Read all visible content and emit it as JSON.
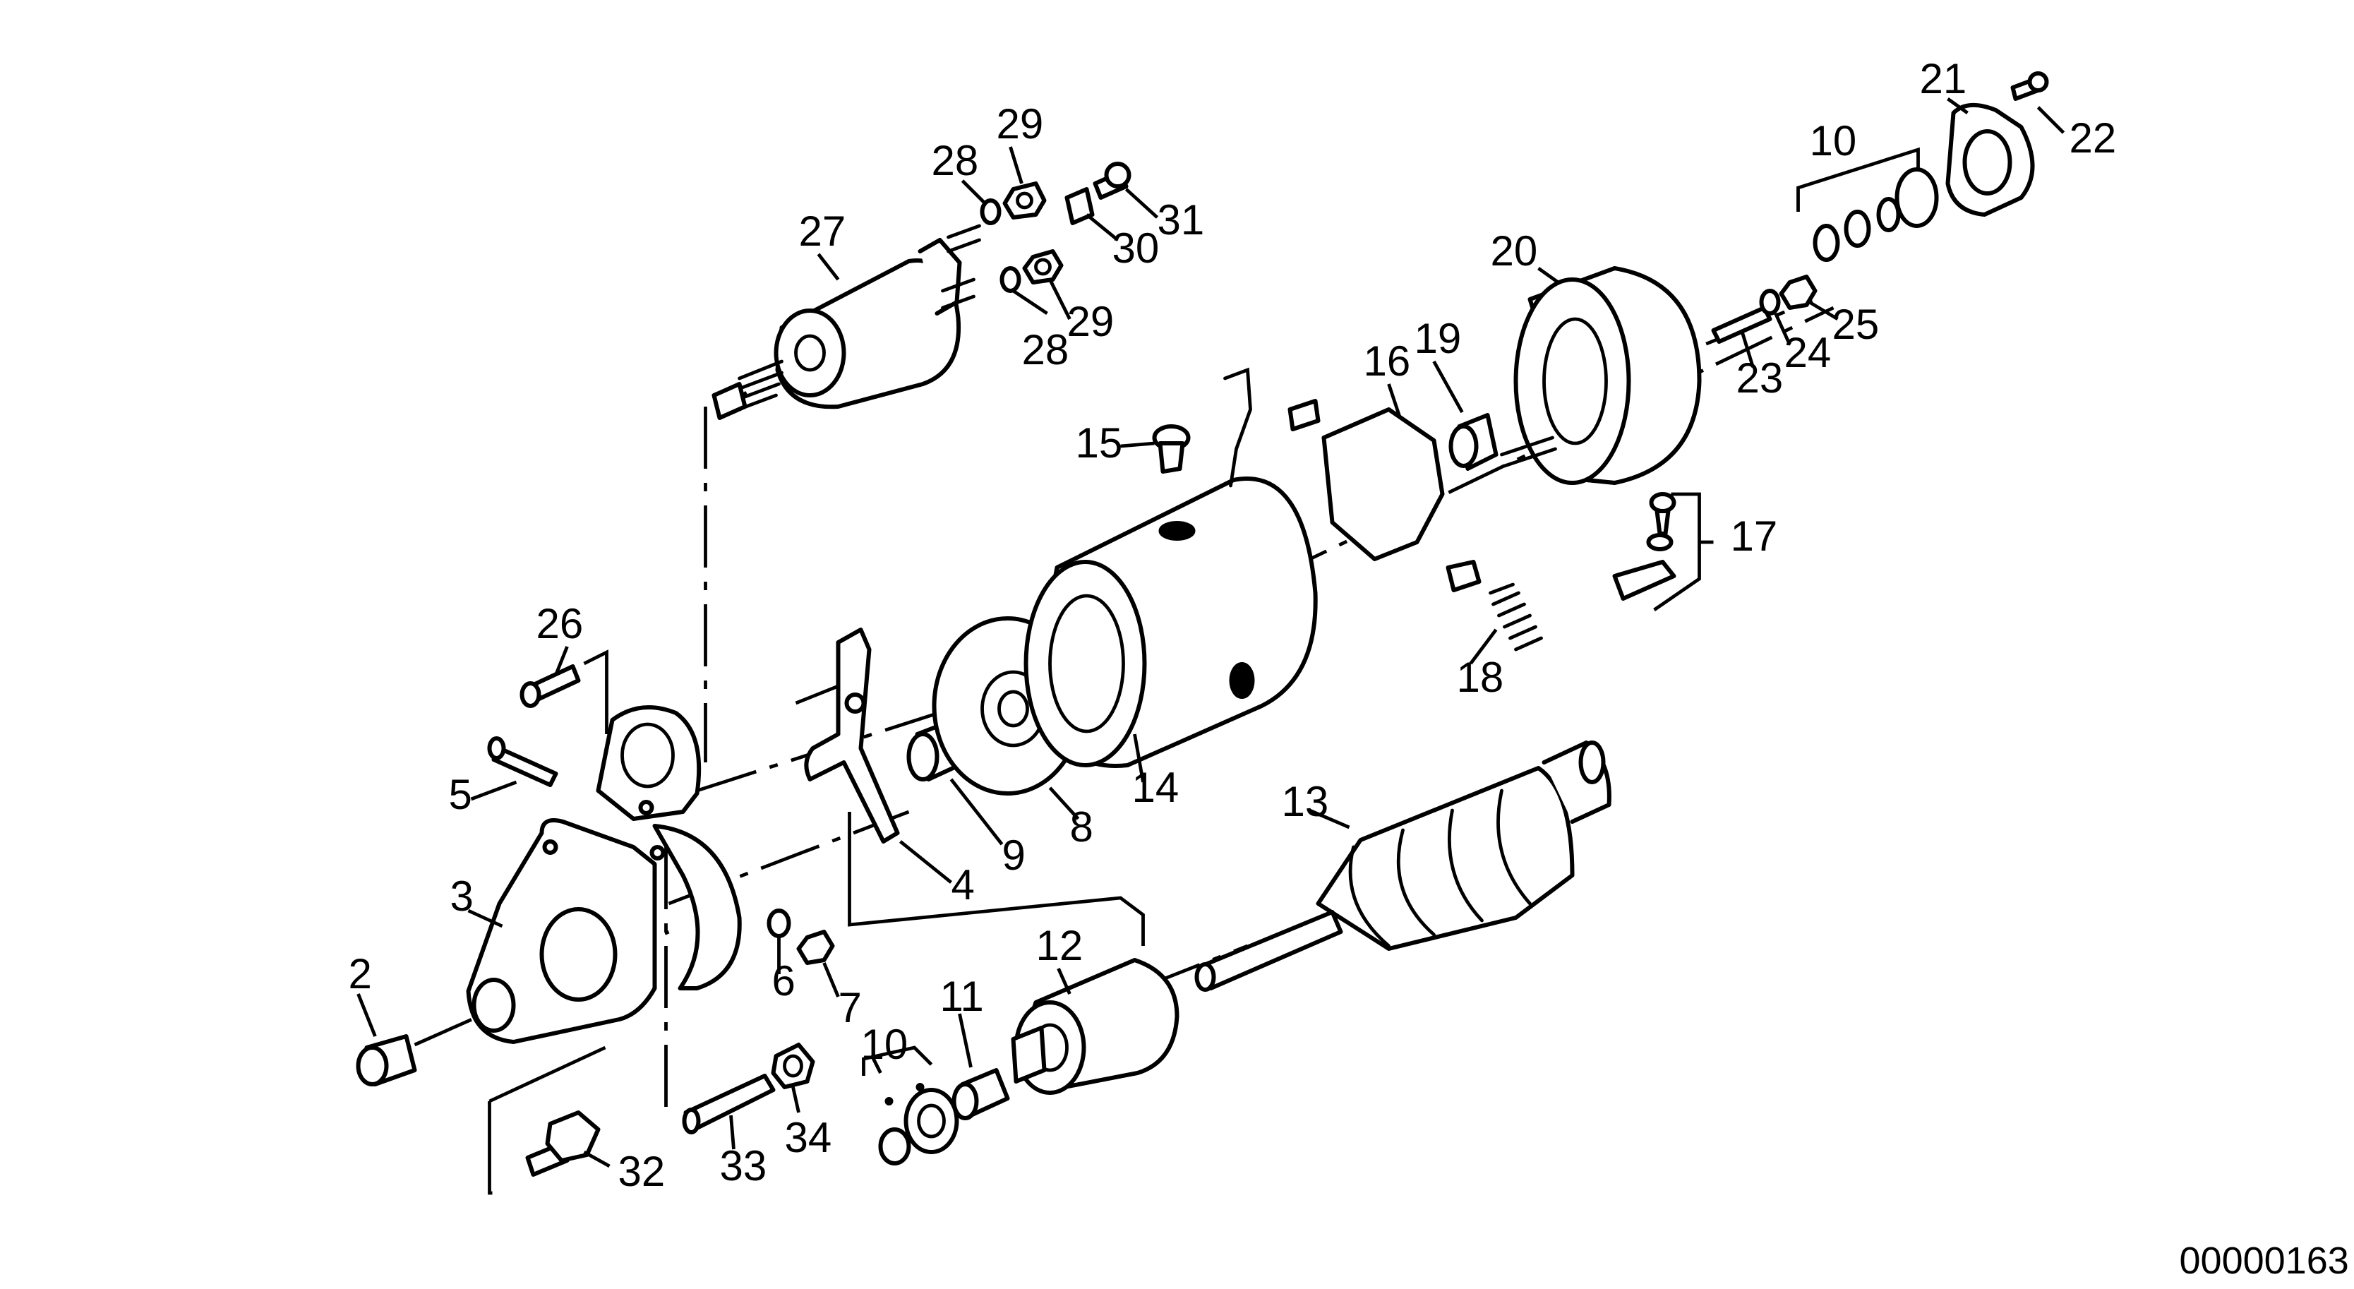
{
  "diagram": {
    "reference_code": "00000163",
    "callouts": {
      "c2": "2",
      "c3": "3",
      "c4": "4",
      "c5": "5",
      "c6": "6",
      "c7": "7",
      "c8": "8",
      "c9": "9",
      "c10a": "10",
      "c10b": "10",
      "c11": "11",
      "c12": "12",
      "c13": "13",
      "c14": "14",
      "c15": "15",
      "c16": "16",
      "c17": "17",
      "c18": "18",
      "c19": "19",
      "c20": "20",
      "c21": "21",
      "c22": "22",
      "c23": "23",
      "c24": "24",
      "c25": "25",
      "c26": "26",
      "c27": "27",
      "c28a": "28",
      "c28b": "28",
      "c29a": "29",
      "c29b": "29",
      "c30": "30",
      "c31": "31",
      "c32": "32",
      "c33": "33",
      "c34": "34"
    }
  }
}
